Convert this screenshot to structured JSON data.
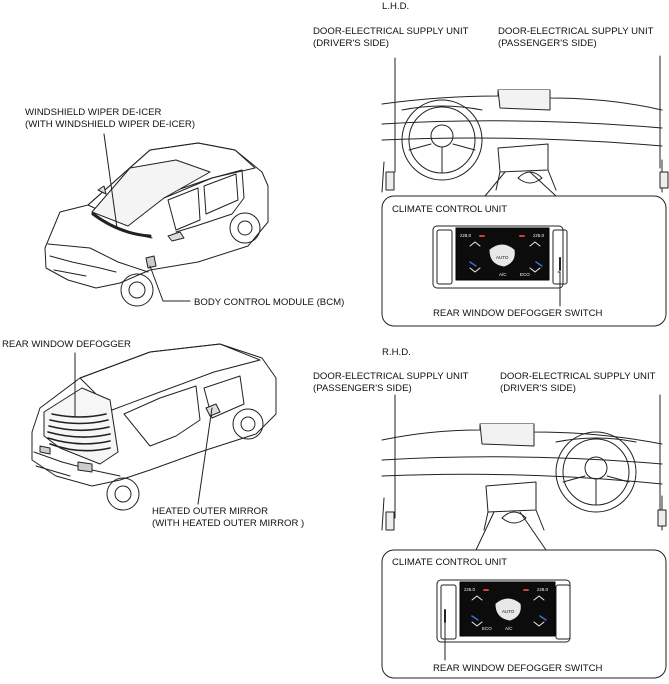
{
  "diagram": {
    "lhd": {
      "heading": "L.H.D.",
      "door_left": [
        "DOOR-ELECTRICAL SUPPLY UNIT",
        "(DRIVER'S SIDE)"
      ],
      "door_right": [
        "DOOR-ELECTRICAL SUPPLY UNIT",
        "(PASSENGER'S SIDE)"
      ],
      "climate_label": "CLIMATE CONTROL UNIT",
      "defogger_switch": "REAR WINDOW DEFOGGER SWITCH",
      "panel": {
        "temp_left": "z28.0",
        "temp_right": "z25.0",
        "auto": "AUTO",
        "ac": "A/C",
        "eco": "ECO"
      }
    },
    "rhd": {
      "heading": "R.H.D.",
      "door_left": [
        "DOOR-ELECTRICAL SUPPLY UNIT",
        "(PASSENGER'S SIDE)"
      ],
      "door_right": [
        "DOOR-ELECTRICAL SUPPLY UNIT",
        "(DRIVER'S SIDE)"
      ],
      "climate_label": "CLIMATE CONTROL UNIT",
      "defogger_switch": "REAR WINDOW DEFOGGER SWITCH",
      "panel": {
        "temp_left": "z25.0",
        "temp_right": "z28.0",
        "auto": "AUTO",
        "ac": "A/C",
        "eco": "ECO"
      }
    },
    "front_car": {
      "deicer": [
        "WINDSHIELD WIPER DE-ICER",
        "(WITH WINDSHIELD WIPER DE-ICER)"
      ],
      "bcm": "BODY CONTROL MODULE (BCM)"
    },
    "rear_car": {
      "defogger": "REAR WINDOW DEFOGGER",
      "mirror": [
        "HEATED OUTER MIRROR",
        "(WITH HEATED OUTER MIRROR )"
      ]
    }
  }
}
